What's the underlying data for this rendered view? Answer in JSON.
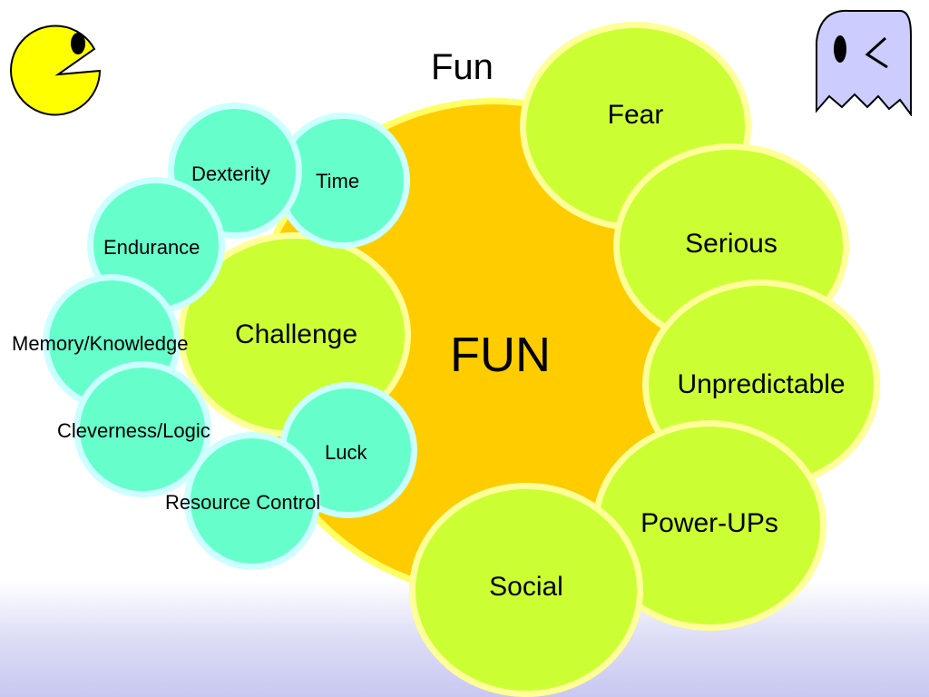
{
  "title": "Fun",
  "center": "FUN",
  "outer_circles": [
    "Fear",
    "Serious",
    "Unpredictable",
    "Power-UPs",
    "Social"
  ],
  "challenge": "Challenge",
  "skill_circles": [
    "Dexterity",
    "Time",
    "Endurance",
    "Memory/Knowledge",
    "Cleverness/Logic",
    "Luck",
    "Resource Control"
  ],
  "colors": {
    "core": "#ffcc00",
    "category": "#ccff33",
    "skill": "#66ffcc",
    "ghost": "#ccccff",
    "pacman": "#ffff00"
  },
  "icons": [
    "pacman-icon",
    "ghost-icon"
  ]
}
